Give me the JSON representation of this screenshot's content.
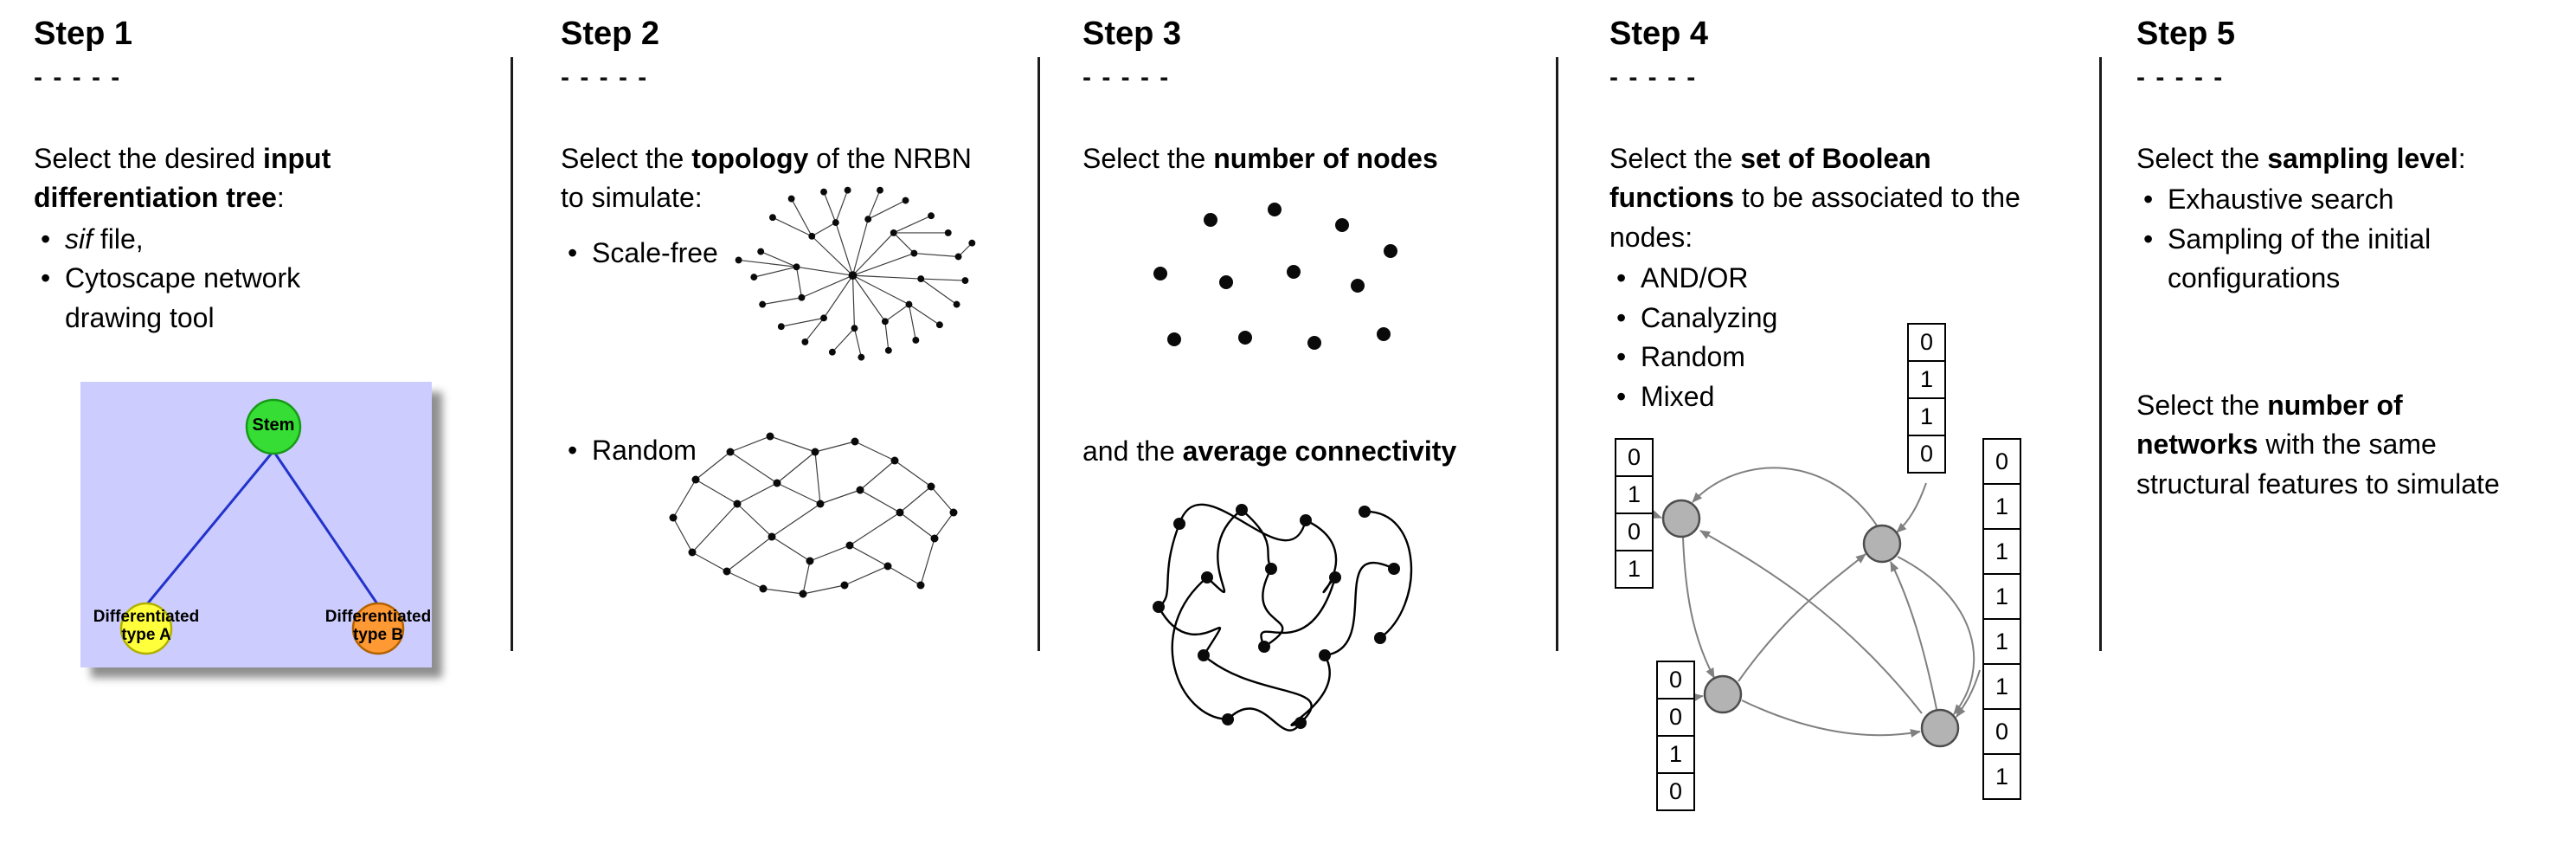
{
  "glyphs": {
    "bullet": "•"
  },
  "colors": {
    "tree_background": "#ccccff",
    "stem_fill": "#35dd35",
    "stem_stroke": "#179a17",
    "type_a_fill": "#ffff3c",
    "type_a_stroke": "#b1b100",
    "type_b_fill": "#ff9933",
    "type_b_stroke": "#b36200",
    "tree_edge": "#2233cc"
  },
  "steps": [
    {
      "title": "Step 1",
      "dashes": "- - - - -",
      "intro": {
        "pre": "Select the desired ",
        "bold": "input differentiation tree",
        "post": ":"
      },
      "bullets": [
        {
          "italic": "sif",
          "text": " file,"
        },
        {
          "text": "Cytoscape network drawing tool"
        }
      ],
      "tree": {
        "root": "Stem",
        "left": "Differentiated type A",
        "right": "Differentiated type B"
      }
    },
    {
      "title": "Step 2",
      "dashes": "- - - - -",
      "intro": {
        "pre": "Select the ",
        "bold": "topology",
        "post": " of the NRBN to simulate:"
      },
      "bullets": [
        {
          "text": "Scale-free"
        },
        {
          "text": "Random"
        }
      ]
    },
    {
      "title": "Step 3",
      "dashes": "- - - - -",
      "line1": {
        "pre": "Select the ",
        "bold": "number of nodes"
      },
      "line2": {
        "pre": "and the ",
        "bold": "average connectivity"
      }
    },
    {
      "title": "Step 4",
      "dashes": "- - - - -",
      "intro": {
        "pre": "Select the ",
        "bold": "set of Boolean functions",
        "post": " to be associated to the nodes:"
      },
      "bullets": [
        {
          "text": "AND/OR"
        },
        {
          "text": "Canalyzing"
        },
        {
          "text": "Random"
        },
        {
          "text": "Mixed"
        }
      ],
      "truth_tables": {
        "left": [
          "0",
          "1",
          "0",
          "1"
        ],
        "top": [
          "0",
          "1",
          "1",
          "0"
        ],
        "bottom_left": [
          "0",
          "0",
          "1",
          "0"
        ],
        "right": [
          "0",
          "1",
          "1",
          "1",
          "1",
          "1",
          "0",
          "1"
        ]
      }
    },
    {
      "title": "Step 5",
      "dashes": "- - - - -",
      "intro": {
        "pre": "Select the ",
        "bold": "sampling level",
        "post": ":"
      },
      "bullets": [
        {
          "text": "Exhaustive search"
        },
        {
          "text": "Sampling of the initial configurations"
        }
      ],
      "para2_lines": [
        {
          "pre": "Select the ",
          "bold": "number of",
          "post": ""
        },
        {
          "pre": "",
          "bold": "networks",
          "post": " with the same"
        },
        {
          "pre": "",
          "bold": "",
          "post": "structural features to simulate"
        }
      ]
    }
  ]
}
